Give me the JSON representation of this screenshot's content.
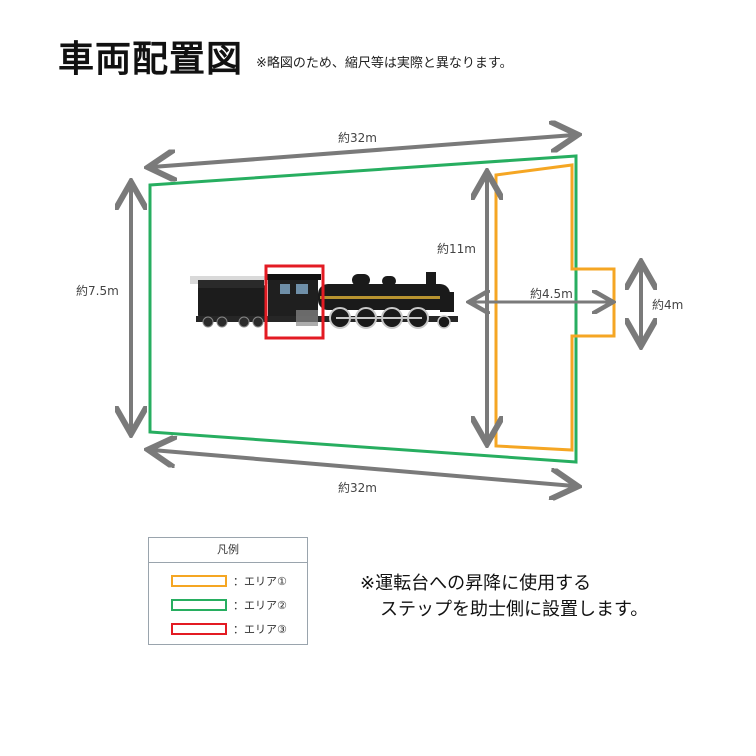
{
  "header": {
    "title": "車両配置図",
    "subtitle": "※略図のため、縮尺等は実際と異なります。"
  },
  "dimensions": {
    "top_width": "約32m",
    "bottom_width": "約32m",
    "left_height": "約7.5m",
    "area1_height": "約11m",
    "area1_protrusion_depth": "約4.5m",
    "area1_protrusion_width": "約4m"
  },
  "legend": {
    "title": "凡例",
    "items": [
      {
        "label": "：エリア①",
        "color": "#F5A623"
      },
      {
        "label": "：エリア②",
        "color": "#27AE60"
      },
      {
        "label": "：エリア③",
        "color": "#E31B23"
      }
    ]
  },
  "note": {
    "line1": "※運転台への昇降に使用する",
    "line2": "ステップを助士側に設置します。"
  },
  "colors": {
    "area1": "#F5A623",
    "area2": "#27AE60",
    "area3": "#E31B23",
    "dimension_arrow": "#7A7A7A"
  },
  "icons": {
    "locomotive": "steam-locomotive-illustration"
  }
}
